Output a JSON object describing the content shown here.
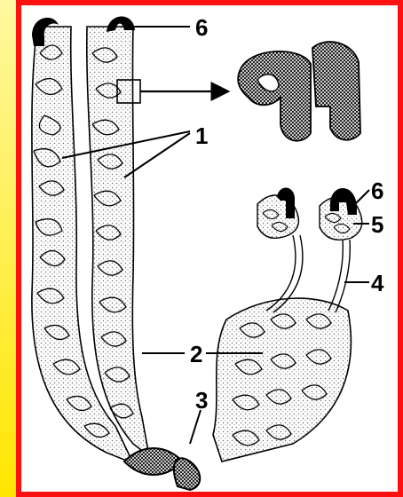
{
  "labels": {
    "l1": "1",
    "l2": "2",
    "l3": "3",
    "l4": "4",
    "l5": "5",
    "l6a": "6",
    "l6b": "6"
  },
  "colors": {
    "frame": "#ff1010",
    "side_strip": "#ffe600",
    "background": "#ffffff",
    "ink": "#000000"
  },
  "icons": {
    "inset": "coiled-chromosome-detail",
    "pointer": "arrow-right"
  }
}
